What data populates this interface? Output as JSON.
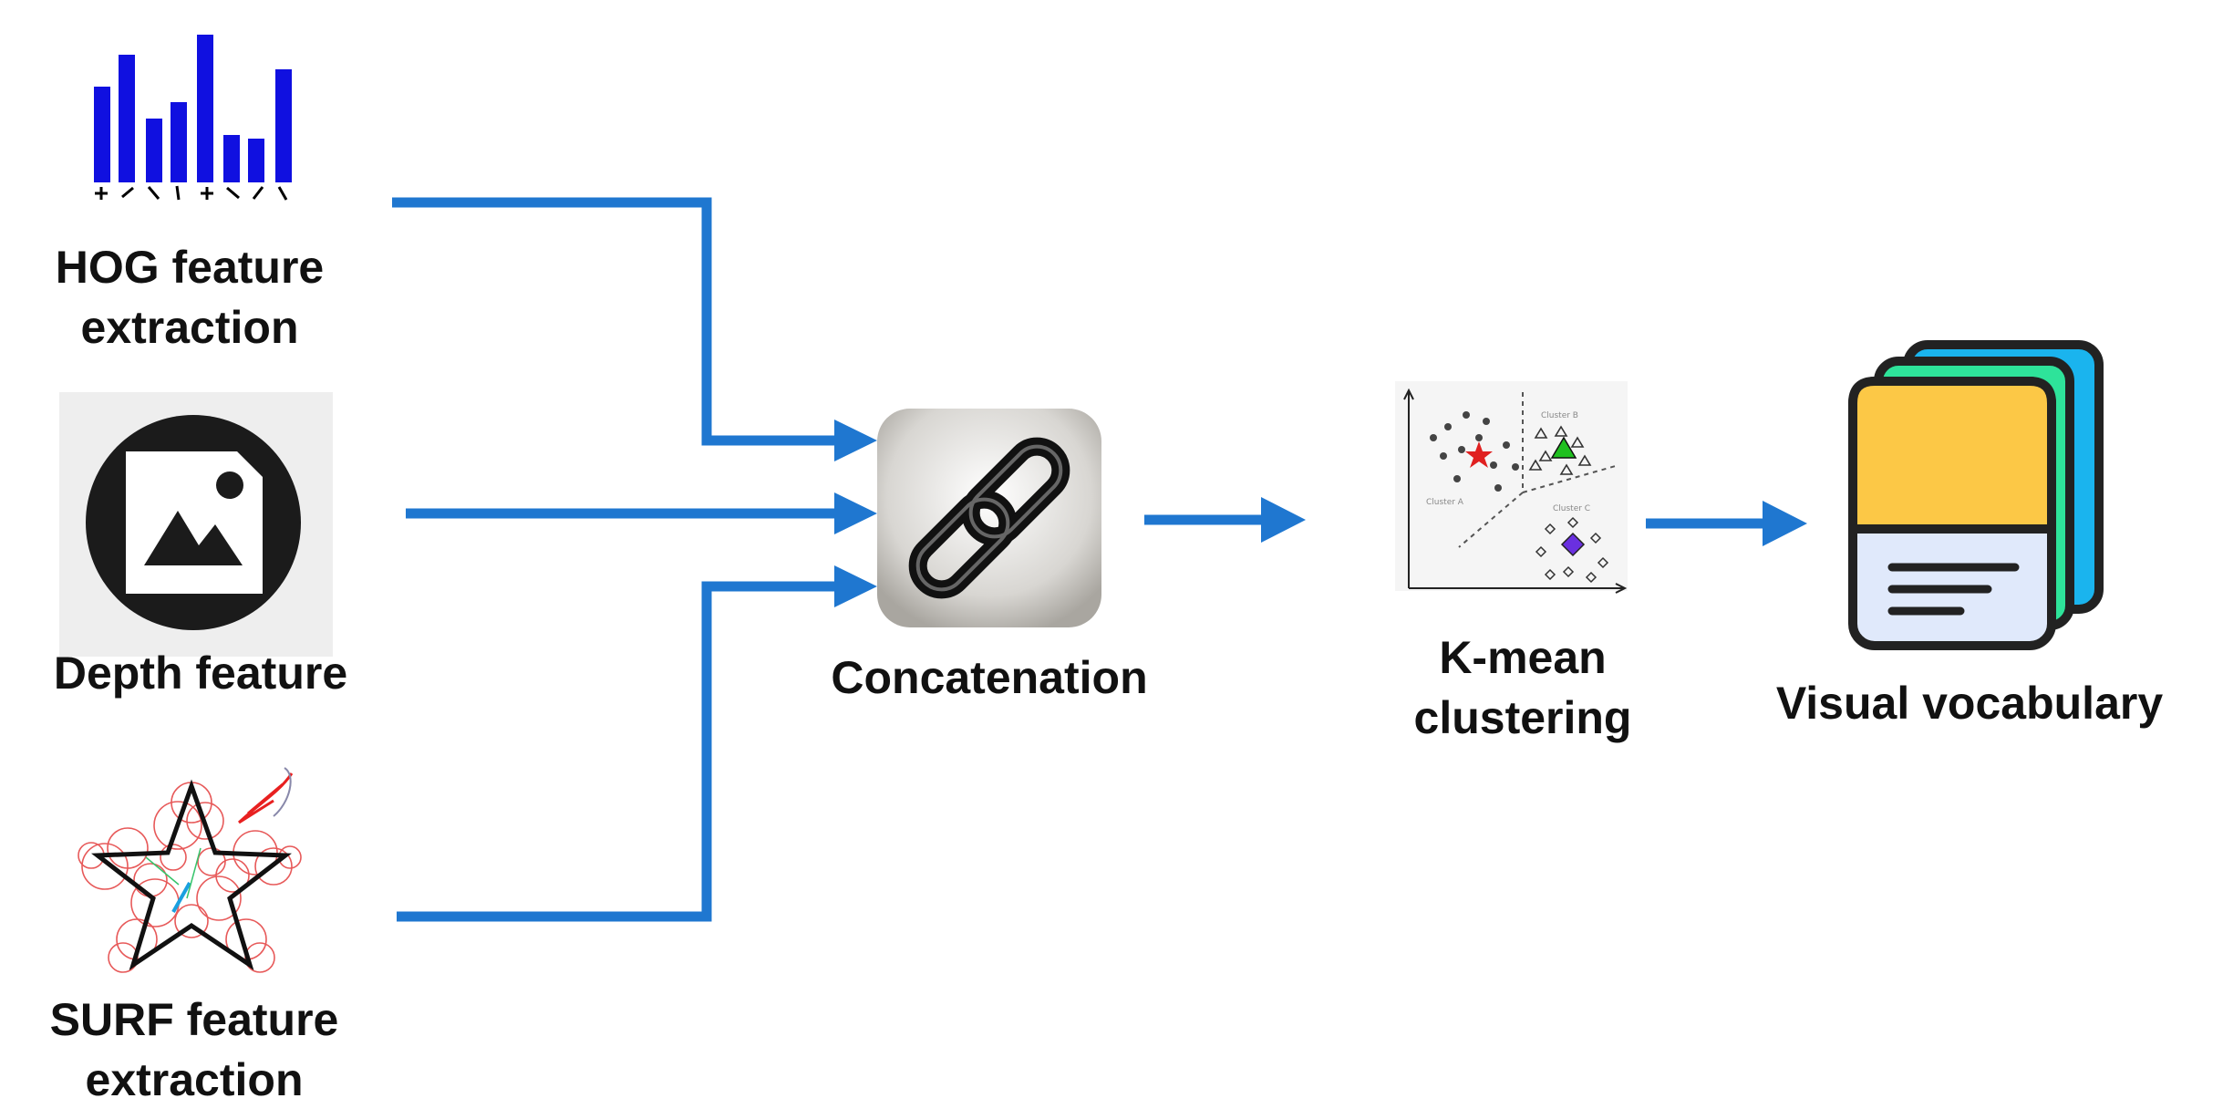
{
  "colors": {
    "arrow": "#1f77d0",
    "hog_bar": "#1010e0",
    "text": "#111111",
    "card_yellow": "#fcc846",
    "card_green": "#2ee39a",
    "card_blue": "#1ab4ee",
    "card_bottom": "#e0e9fb",
    "card_outline": "#222222"
  },
  "nodes": {
    "hog": {
      "icon": "histogram-icon",
      "label_lines": [
        "HOG feature",
        "extraction"
      ]
    },
    "depth": {
      "icon": "image-icon",
      "label_lines": [
        "Depth feature"
      ]
    },
    "surf": {
      "icon": "star-keypoints-icon",
      "label_lines": [
        "SURF feature",
        "extraction"
      ]
    },
    "concat": {
      "icon": "chain-link-icon",
      "label_lines": [
        "Concatenation"
      ]
    },
    "kmean": {
      "icon": "cluster-scatter-icon",
      "label_lines": [
        "K-mean",
        "clustering"
      ],
      "cluster_labels": [
        "Cluster A",
        "Cluster B",
        "Cluster C"
      ]
    },
    "vocab": {
      "icon": "card-stack-icon",
      "label_lines": [
        "Visual vocabulary"
      ]
    }
  }
}
